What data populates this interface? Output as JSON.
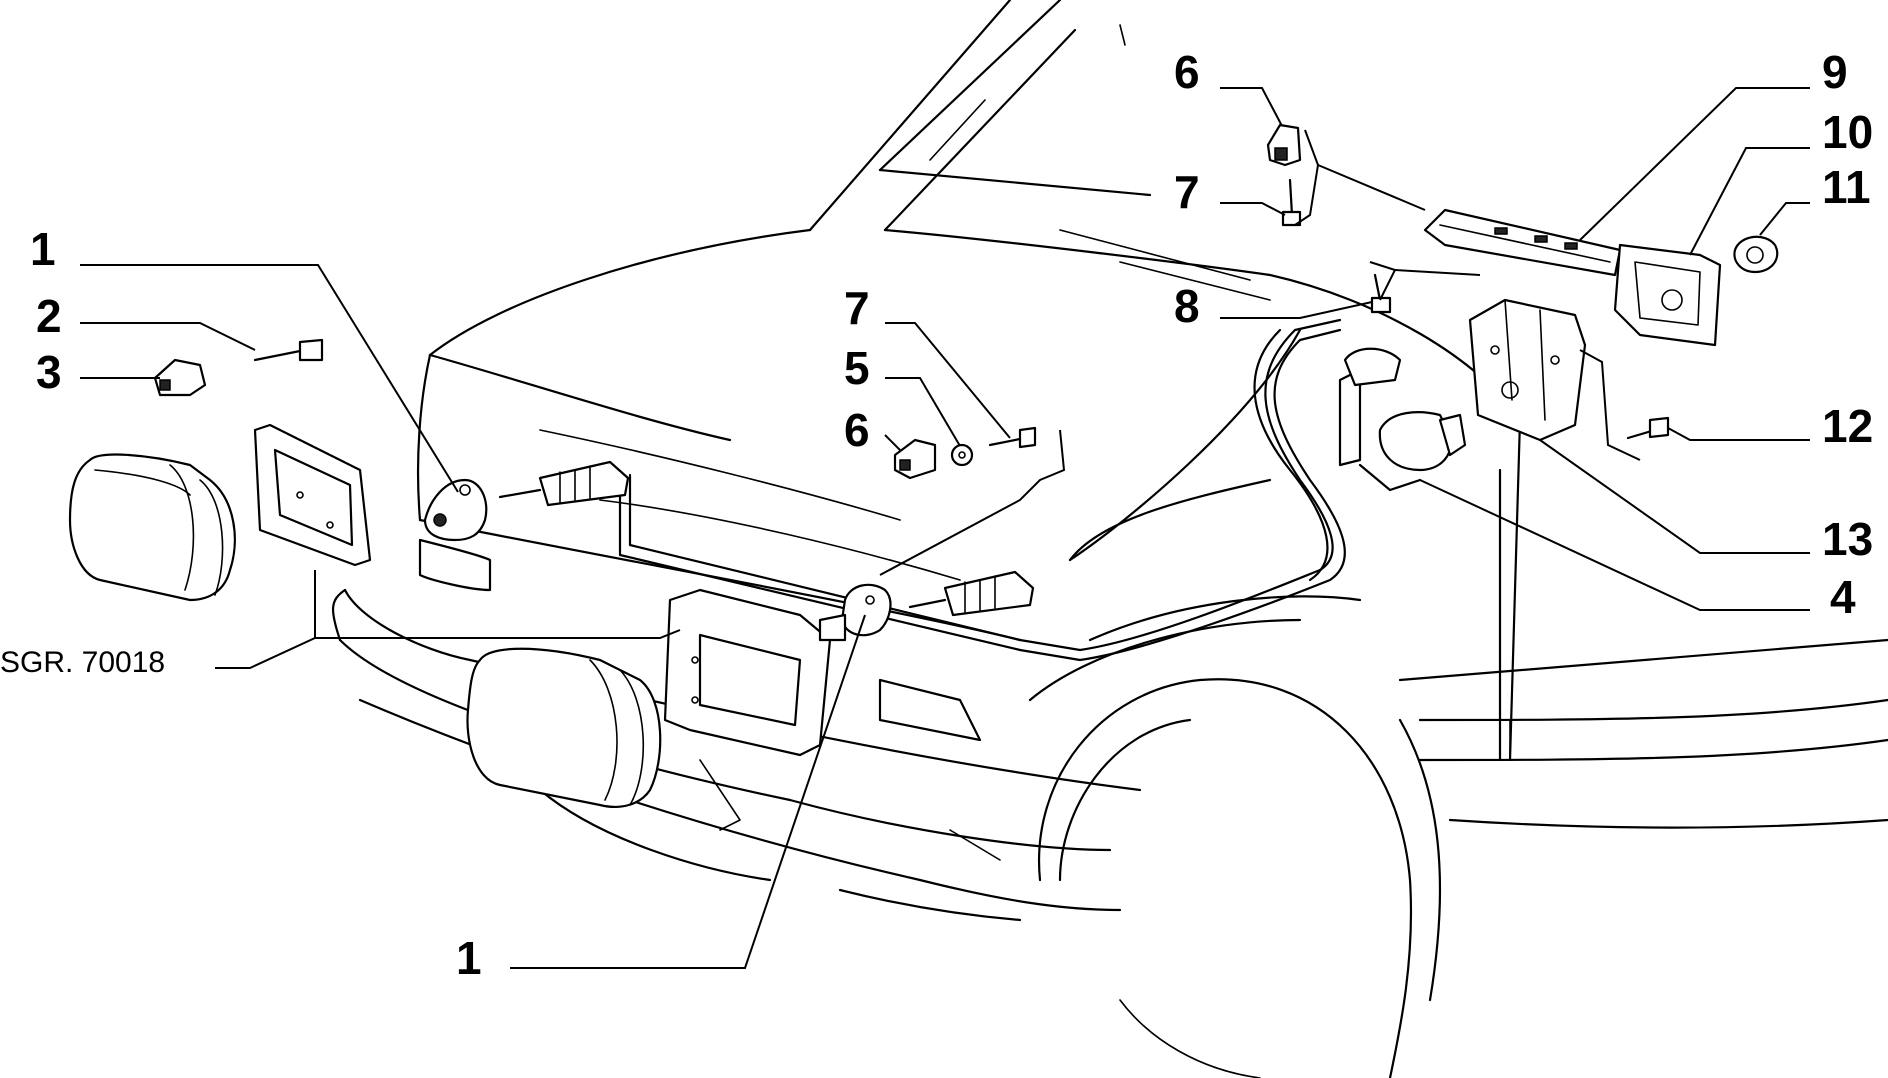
{
  "callouts": {
    "c1_top": "1",
    "c2": "2",
    "c3": "3",
    "c7_mid": "7",
    "c5": "5",
    "c6_mid": "6",
    "c6_top": "6",
    "c7_top": "7",
    "c8": "8",
    "c9": "9",
    "c10": "10",
    "c11": "11",
    "c12": "12",
    "c13": "13",
    "c4": "4",
    "c1_bottom": "1"
  },
  "reference": "SGR. 70018"
}
